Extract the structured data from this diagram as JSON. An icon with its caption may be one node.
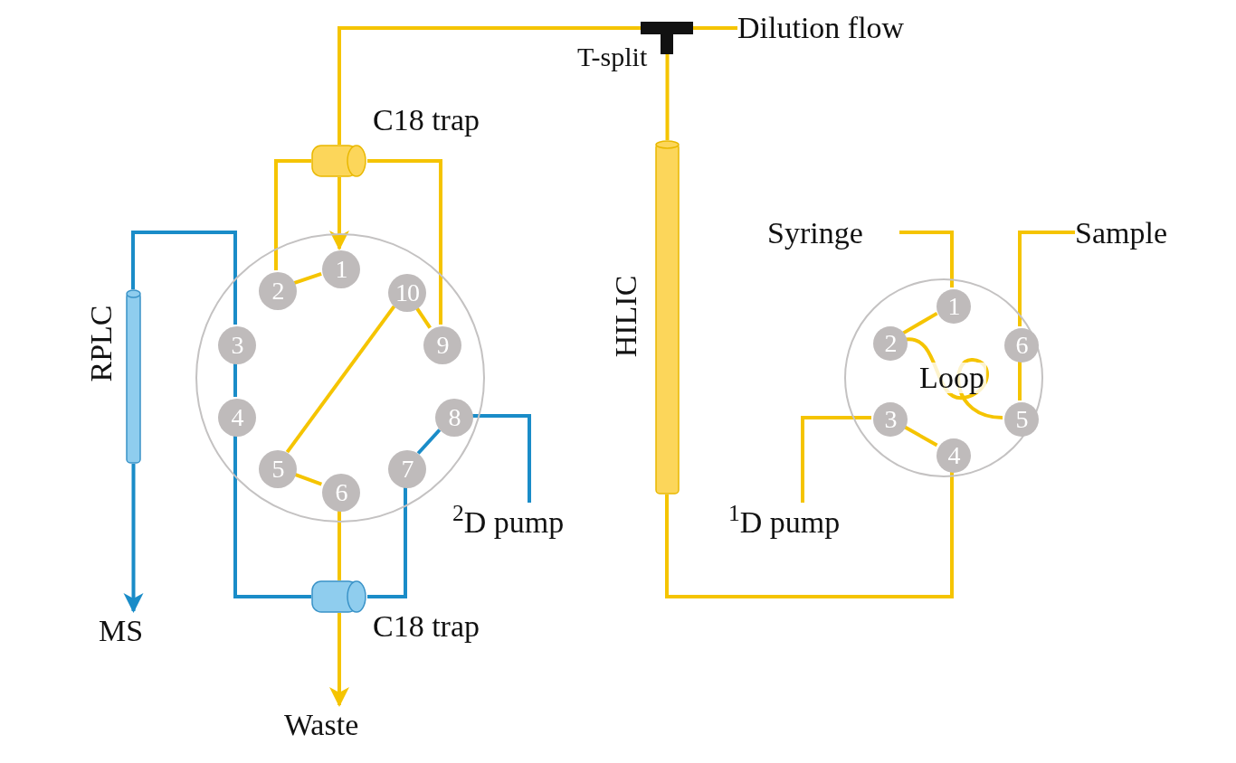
{
  "diagram": {
    "nodes": [
      {
        "text": [],
        "shape": "circle"
      },
      {
        "text": [
          "1"
        ],
        "in": 0
      },
      {
        "text": [
          "2"
        ],
        "in": 0
      },
      {
        "text": [
          "3"
        ],
        "in": 0
      },
      {
        "text": [
          "4"
        ],
        "in": 0
      },
      {
        "text": [
          "5"
        ],
        "in": 0
      },
      {
        "text": [
          "6"
        ],
        "in": 0
      },
      {
        "text": [
          "7"
        ],
        "in": 0
      },
      {
        "text": [
          "8"
        ],
        "in": 0
      },
      {
        "text": [
          "9"
        ],
        "in": 0
      },
      {
        "text": [
          "10"
        ],
        "in": 0
      },
      {
        "text": [],
        "shape": "circle"
      },
      {
        "text": [
          "1"
        ],
        "in": 11
      },
      {
        "text": [
          "2"
        ],
        "in": 11
      },
      {
        "text": [
          "3"
        ],
        "in": 11
      },
      {
        "text": [
          "4"
        ],
        "in": 11
      },
      {
        "text": [
          "5"
        ],
        "in": 11
      },
      {
        "text": [
          "6"
        ],
        "in": 11
      },
      {
        "text": [],
        "shape": "cylinder",
        "beside": [
          "C18 trap"
        ]
      },
      {
        "text": [],
        "shape": "cylinder",
        "beside": [
          "C18 trap"
        ]
      },
      {
        "text": [],
        "shape": "cylinder",
        "beside": [
          "RPLC"
        ]
      },
      {
        "text": [],
        "shape": "cylinder",
        "beside": [
          "HILIC"
        ]
      },
      {
        "text": [],
        "shape": "box",
        "beside": [
          "T-split"
        ]
      },
      {
        "text": [
          "Dilution flow"
        ]
      },
      {
        "text": [
          "MS"
        ]
      },
      {
        "text": [
          "Waste"
        ]
      },
      {
        "text": [
          "$^{2}$D pump"
        ]
      },
      {
        "text": [
          "$^{1}$D pump"
        ]
      },
      {
        "text": [
          "Syringe"
        ]
      },
      {
        "text": [
          "Sample"
        ]
      }
    ],
    "edges": [
      {
        "from": 1,
        "to": 2,
        "arrow": "none"
      },
      {
        "from": 10,
        "to": 5,
        "arrow": "none"
      },
      {
        "from": 10,
        "to": 9,
        "arrow": "none"
      },
      {
        "from": 5,
        "to": 6,
        "arrow": "none"
      },
      {
        "from": 8,
        "to": 7,
        "arrow": "none",
        "color": "#1a8cc8"
      },
      {
        "from": 4,
        "to": 3,
        "arrow": "none",
        "color": "#1a8cc8"
      },
      {
        "from": 3,
        "to": 20,
        "arrow": "none",
        "color": "#1a8cc8"
      },
      {
        "from": 20,
        "to": 24,
        "arrow": "to",
        "color": "#1a8cc8"
      },
      {
        "from": 8,
        "to": 26,
        "arrow": "none",
        "color": "#1a8cc8"
      },
      {
        "from": 4,
        "to": 19,
        "arrow": "none",
        "color": "#1a8cc8"
      },
      {
        "from": 7,
        "to": 19,
        "arrow": "none",
        "color": "#1a8cc8"
      },
      {
        "from": 6,
        "to": 19,
        "arrow": "none"
      },
      {
        "from": 19,
        "to": 25,
        "arrow": "to"
      },
      {
        "from": 2,
        "to": 18,
        "arrow": "none"
      },
      {
        "from": 9,
        "to": 18,
        "arrow": "none"
      },
      {
        "from": 18,
        "to": 1,
        "arrow": "to"
      },
      {
        "from": 18,
        "to": 22,
        "arrow": "none"
      },
      {
        "from": 22,
        "to": 23,
        "arrow": "none"
      },
      {
        "from": 22,
        "to": 21,
        "arrow": "none"
      },
      {
        "from": 21,
        "to": 15,
        "arrow": "none"
      },
      {
        "from": 12,
        "to": 13,
        "arrow": "none"
      },
      {
        "from": 14,
        "to": 15,
        "arrow": "none"
      },
      {
        "from": 17,
        "to": 16,
        "arrow": "none"
      },
      {
        "from": 13,
        "to": 16,
        "arrow": "none",
        "label": "Loop"
      },
      {
        "from": 28,
        "to": 12,
        "arrow": "none"
      },
      {
        "from": 29,
        "to": 17,
        "arrow": "none"
      },
      {
        "from": 27,
        "to": 14,
        "arrow": "none"
      }
    ]
  }
}
